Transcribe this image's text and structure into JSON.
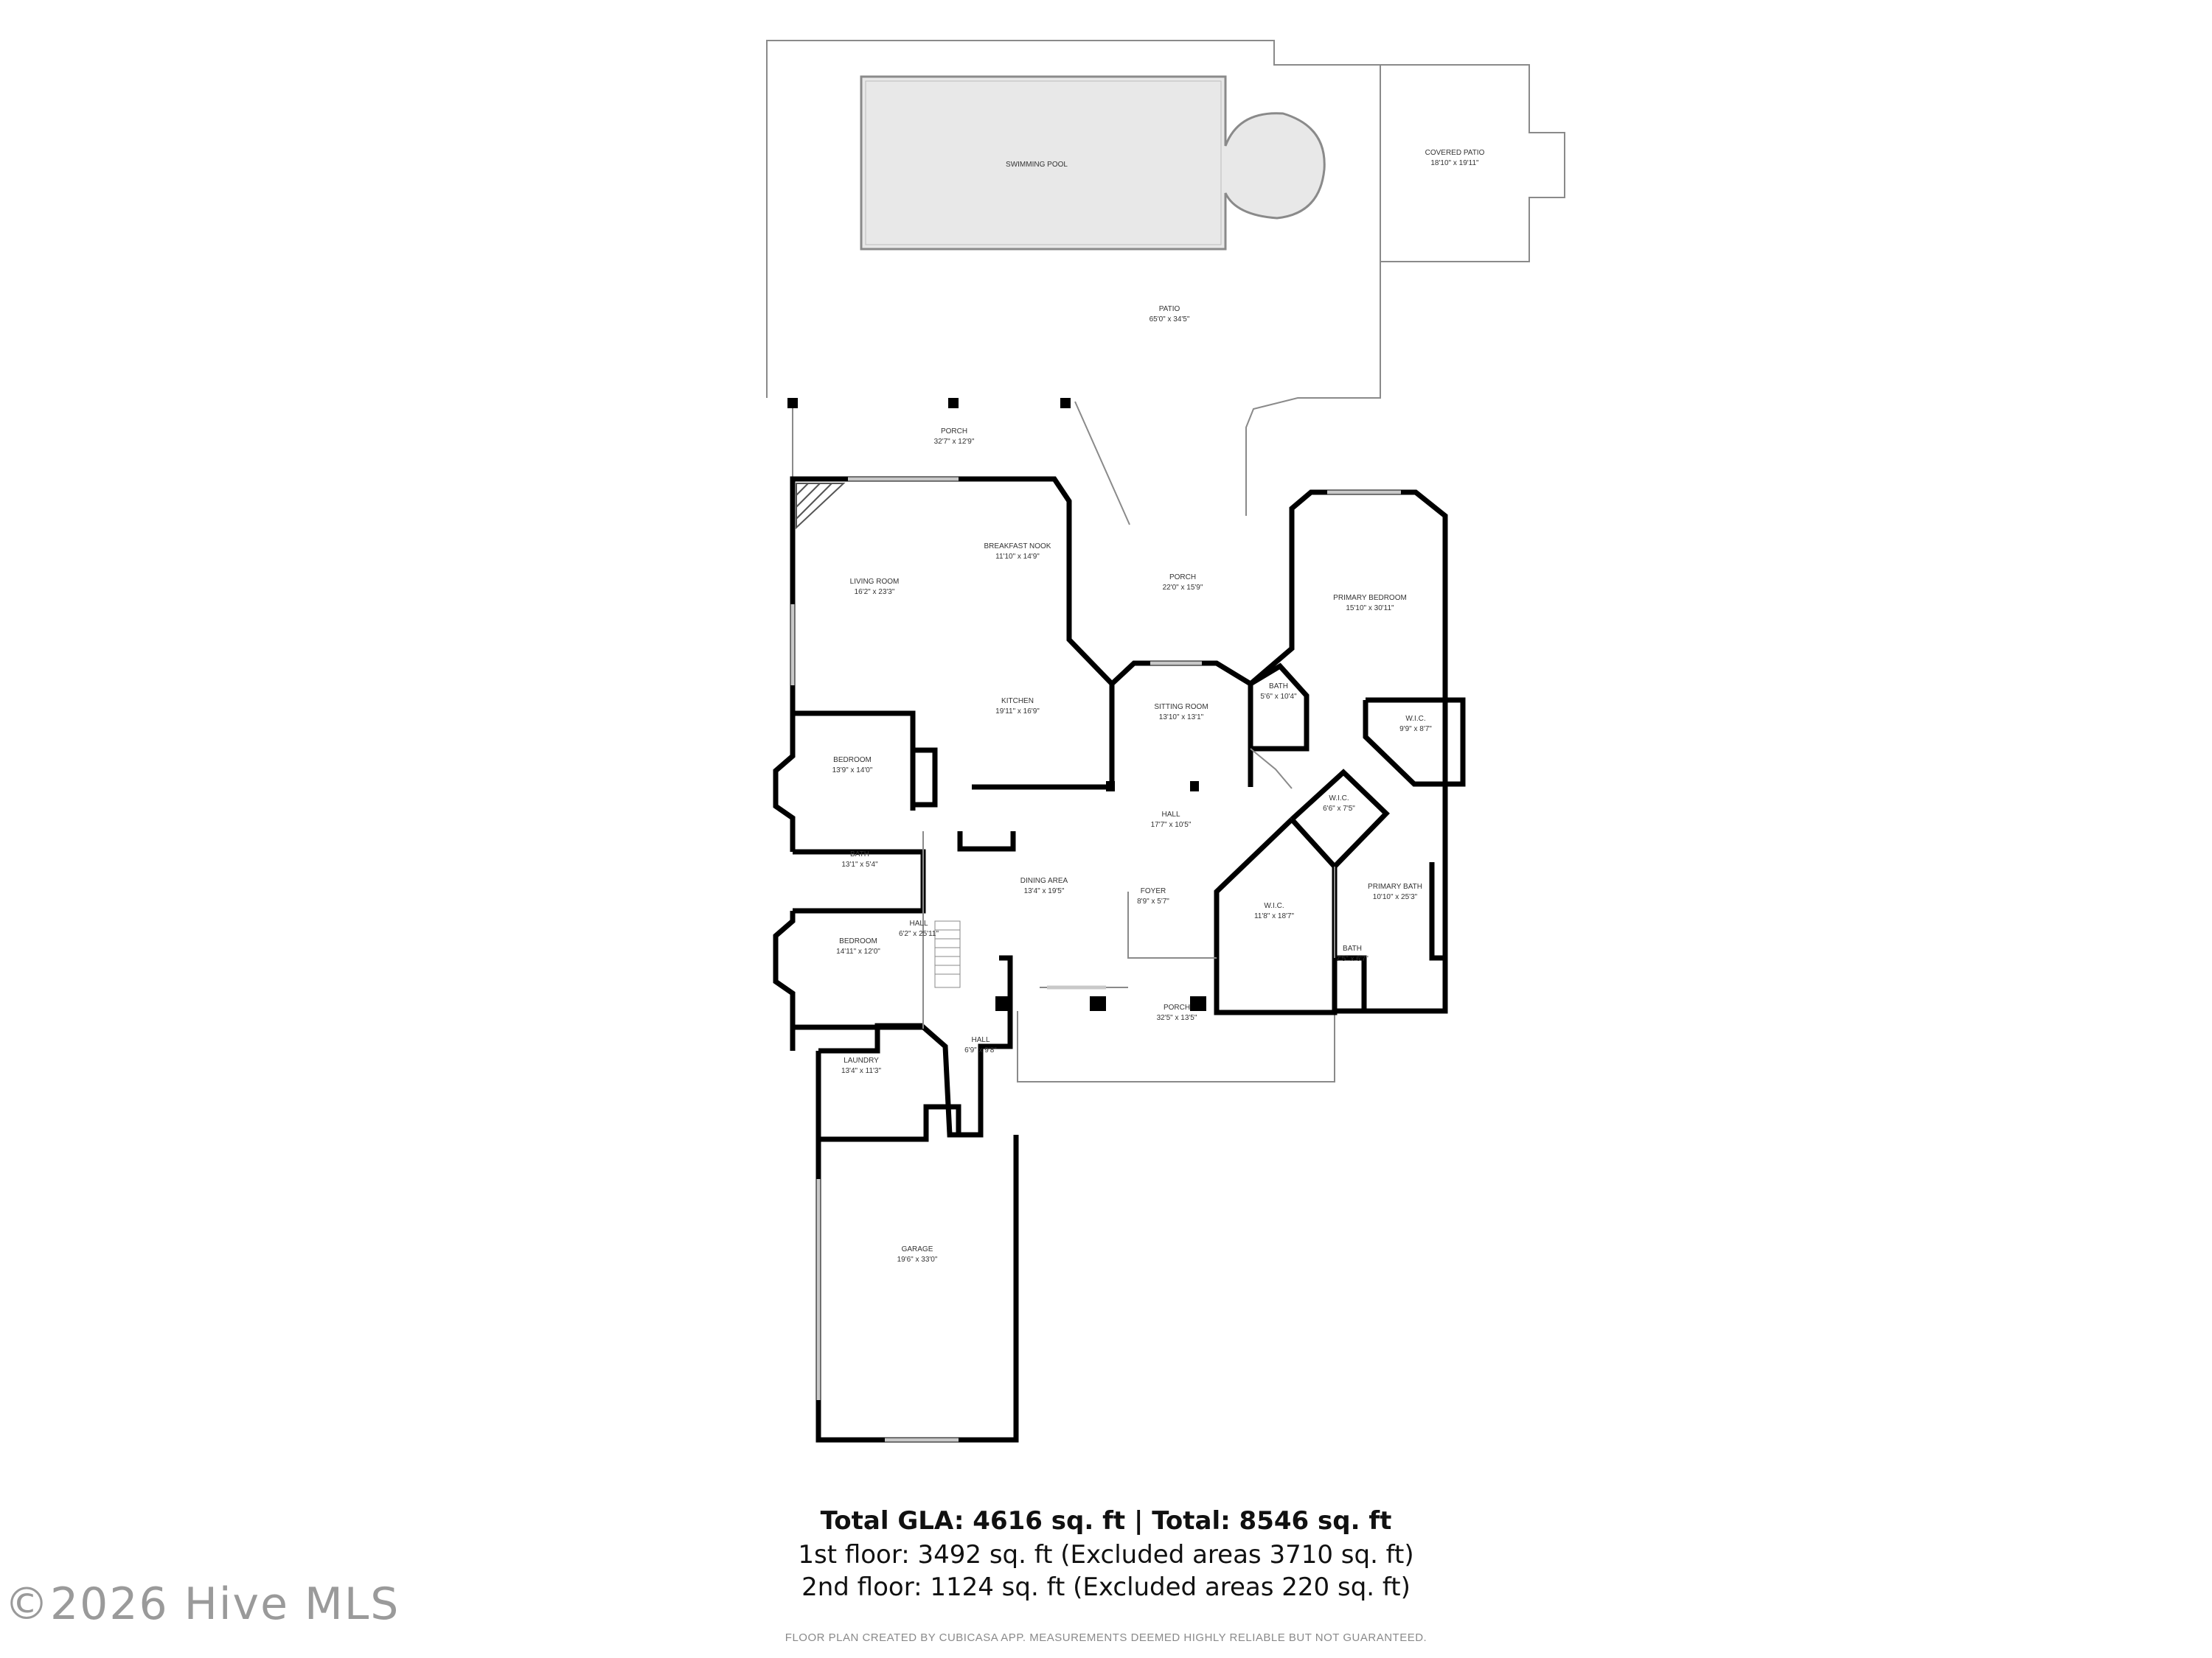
{
  "rooms": {
    "swimming_pool": {
      "name": "SWIMMING POOL"
    },
    "covered_patio": {
      "name": "COVERED PATIO",
      "dims": "18'10\" x 19'11\""
    },
    "patio": {
      "name": "PATIO",
      "dims": "65'0\" x 34'5\""
    },
    "porch_rear": {
      "name": "PORCH",
      "dims": "32'7\" x 12'9\""
    },
    "breakfast_nook": {
      "name": "BREAKFAST NOOK",
      "dims": "11'10\" x 14'9\""
    },
    "living_room": {
      "name": "LIVING ROOM",
      "dims": "16'2\" x 23'3\""
    },
    "porch_center": {
      "name": "PORCH",
      "dims": "22'0\" x 15'9\""
    },
    "primary_bedroom": {
      "name": "PRIMARY BEDROOM",
      "dims": "15'10\" x 30'11\""
    },
    "kitchen": {
      "name": "KITCHEN",
      "dims": "19'11\" x 16'9\""
    },
    "sitting_room": {
      "name": "SITTING ROOM",
      "dims": "13'10\" x 13'1\""
    },
    "bath_small": {
      "name": "BATH",
      "dims": "5'6\" x 10'4\""
    },
    "wic_1": {
      "name": "W.I.C.",
      "dims": "9'9\" x 8'7\""
    },
    "bedroom_1": {
      "name": "BEDROOM",
      "dims": "13'9\" x 14'0\""
    },
    "wic_2": {
      "name": "W.I.C.",
      "dims": "6'6\" x 7'5\""
    },
    "hall_main": {
      "name": "HALL",
      "dims": "17'7\" x 10'5\""
    },
    "bath_2": {
      "name": "BATH",
      "dims": "13'1\" x 5'4\""
    },
    "dining_area": {
      "name": "DINING AREA",
      "dims": "13'4\" x 19'5\""
    },
    "foyer": {
      "name": "FOYER",
      "dims": "8'9\" x 5'7\""
    },
    "wic_3": {
      "name": "W.I.C.",
      "dims": "11'8\" x 18'7\""
    },
    "primary_bath": {
      "name": "PRIMARY BATH",
      "dims": "10'10\" x 25'3\""
    },
    "hall_side": {
      "name": "HALL",
      "dims": "6'2\" x 25'11\""
    },
    "bedroom_2": {
      "name": "BEDROOM",
      "dims": "14'11\" x 12'0\""
    },
    "bath_3": {
      "name": "BATH",
      "dims": "7'5\" x 6'7\""
    },
    "porch_front": {
      "name": "PORCH",
      "dims": "32'5\" x 13'5\""
    },
    "laundry": {
      "name": "LAUNDRY",
      "dims": "13'4\" x 11'3\""
    },
    "hall_small": {
      "name": "HALL",
      "dims": "6'9\" x 9'8\""
    },
    "garage": {
      "name": "GARAGE",
      "dims": "19'6\" x 33'0\""
    }
  },
  "summary": {
    "total": "Total GLA: 4616 sq. ft | Total: 8546 sq. ft",
    "floor1": "1st floor: 3492 sq. ft (Excluded areas 3710 sq. ft)",
    "floor2": "2nd floor: 1124 sq. ft (Excluded areas 220 sq. ft)"
  },
  "disclaimer": "FLOOR PLAN CREATED BY CUBICASA APP. MEASUREMENTS DEEMED HIGHLY RELIABLE BUT NOT GUARANTEED.",
  "watermark": "©2026 Hive MLS",
  "colors": {
    "wall": "#000000",
    "thin_line": "#8a8a8a",
    "pool_fill": "#e8e8e8",
    "window": "#c8c8c8"
  }
}
